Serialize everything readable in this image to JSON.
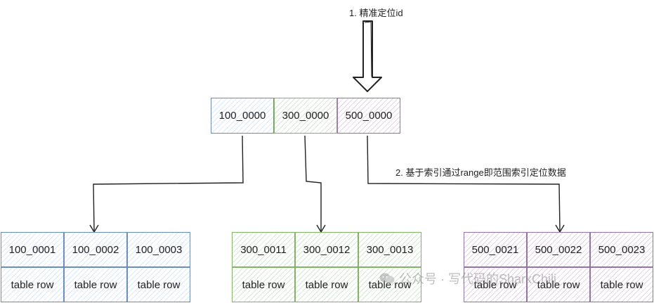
{
  "annotations": {
    "step1": "1. 精准定位id",
    "step2": "2. 基于索引通过range即范围索引定位数据"
  },
  "root": [
    "100_0000",
    "300_0000",
    "500_0000"
  ],
  "leaves": [
    {
      "ids": [
        "100_0001",
        "100_0002",
        "100_0003"
      ],
      "rows": [
        "table row",
        "table row",
        "table row"
      ]
    },
    {
      "ids": [
        "300_0011",
        "300_0012",
        "300_0013"
      ],
      "rows": [
        "table row",
        "table row",
        "table row"
      ]
    },
    {
      "ids": [
        "500_0021",
        "500_0022",
        "500_0023"
      ],
      "rows": [
        "table row",
        "table row",
        "table row"
      ]
    }
  ],
  "watermark": "公众号 · 写代码的SharkChili",
  "colors": {
    "blue_stroke": "#6c8ebf",
    "blue_fill": "#dae8fc",
    "green_stroke": "#82b366",
    "green_fill": "#d5e8d4",
    "purple_stroke": "#9673a6",
    "purple_fill": "#e1d5e7"
  }
}
